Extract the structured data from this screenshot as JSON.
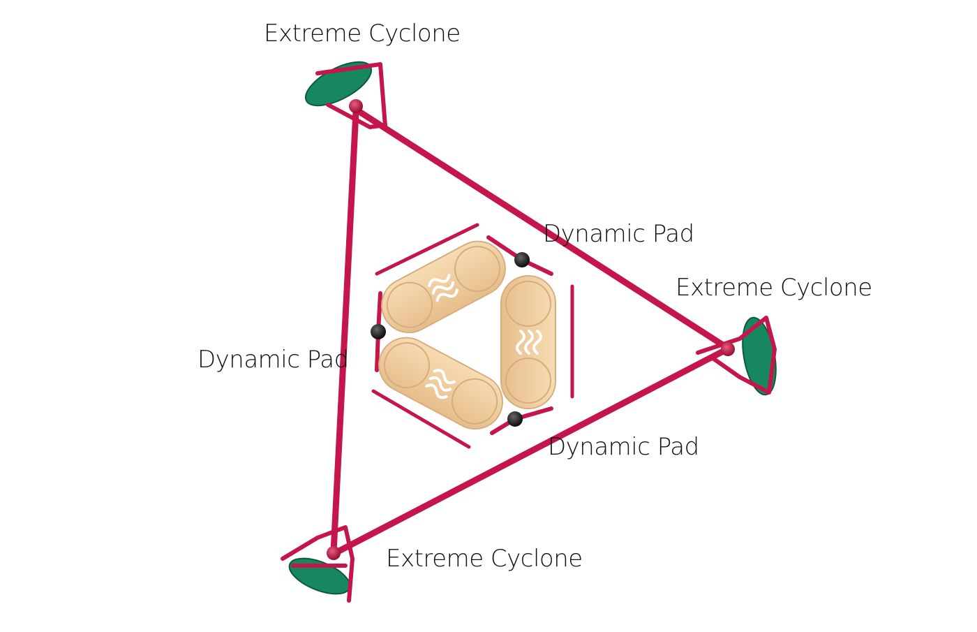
{
  "labels": {
    "cyclone_top": "Extreme Cyclone",
    "cyclone_right": "Extreme Cyclone",
    "cyclone_bottom": "Extreme Cyclone",
    "pad_top": "Dynamic Pad",
    "pad_left": "Dynamic Pad",
    "pad_bottom": "Dynamic Pad"
  },
  "colors": {
    "frame": "#c4164a",
    "frame_dark": "#8e0e33",
    "pad": "#f2cfa1",
    "pad_shade": "#dcb383",
    "seat": "#17875f",
    "joint": "#1a1a1a"
  }
}
